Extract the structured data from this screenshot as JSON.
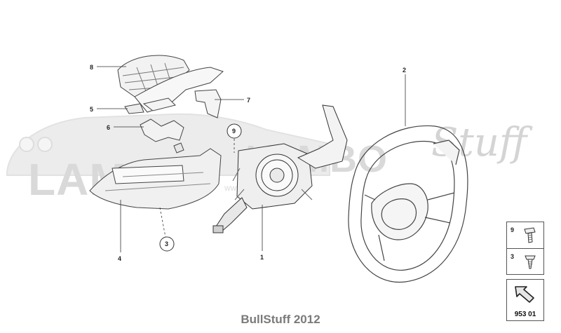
{
  "callouts": {
    "c1": "1",
    "c2": "2",
    "c3": "3",
    "c4": "4",
    "c5": "5",
    "c6": "6",
    "c7": "7",
    "c8": "8",
    "c9": "9"
  },
  "legend": {
    "row1_number": "9",
    "row2_number": "3"
  },
  "page_box": {
    "number": "953 01"
  },
  "watermark": {
    "brand_text": "LAMBO",
    "script_text": "Stuff",
    "url_text": "www.LamboStuff.com"
  },
  "footer": {
    "text": "BullStuff 2012"
  }
}
